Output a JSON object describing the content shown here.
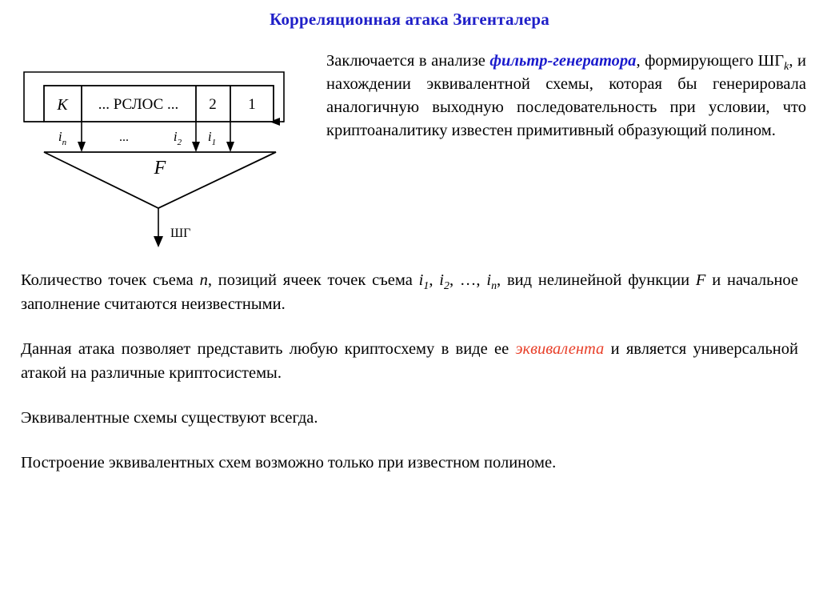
{
  "slide": {
    "title": "Корреляционная атака Зигенталера",
    "title_color": "#2020c8",
    "background_color": "#ffffff"
  },
  "diagram": {
    "name": "filter-generator-scheme",
    "register": {
      "cells": [
        {
          "label": "K",
          "italic": true
        },
        {
          "label": "... РСЛОС ...",
          "italic": false
        },
        {
          "label": "2",
          "italic": false
        },
        {
          "label": "1",
          "italic": false
        }
      ],
      "feedback_label": ""
    },
    "taps": [
      {
        "label": "i",
        "subscript": "n"
      },
      {
        "label": "...",
        "subscript": ""
      },
      {
        "label": "i",
        "subscript": "2"
      },
      {
        "label": "i",
        "subscript": "1"
      }
    ],
    "function_block_label": "F",
    "output_label": "ШГ"
  },
  "intro": {
    "text_part_1": "Заключается в анализе ",
    "accent_term": "фильтр-генератора",
    "text_part_2": ", формирующего ШГ",
    "accent_subscript": "k",
    "text_part_3": ", и нахождении эквивалентной схемы, которая бы генерировала аналогичную выходную последовательность при условии, что криптоаналитику известен примитивный образующий полином.",
    "accent_color": "#1a1acc"
  },
  "paragraphs": [
    {
      "id": "tap-count",
      "segments": [
        {
          "text": "Количество точек съема ",
          "style": "normal"
        },
        {
          "text": "n",
          "style": "italic"
        },
        {
          "text": ", позиций ячеек точек съема ",
          "style": "normal"
        },
        {
          "text": "i",
          "style": "italic",
          "sub": "1"
        },
        {
          "text": ", ",
          "style": "normal"
        },
        {
          "text": "i",
          "style": "italic",
          "sub": "2"
        },
        {
          "text": ", …, ",
          "style": "normal"
        },
        {
          "text": "i",
          "style": "italic",
          "sub": "n"
        },
        {
          "text": ", вид нелинейной функции ",
          "style": "normal"
        },
        {
          "text": "F",
          "style": "italic"
        },
        {
          "text": " и начальное заполнение считаются неизвестными.",
          "style": "normal"
        }
      ]
    },
    {
      "id": "equivalent-attack",
      "segments": [
        {
          "text": "Данная атака позволяет представить любую криптосхему в виде ее ",
          "style": "normal"
        },
        {
          "text": "эквивалента",
          "style": "accent-red"
        },
        {
          "text": " и является универсальной атакой на различные криптосистемы.",
          "style": "normal"
        }
      ]
    },
    {
      "id": "schemes-always-exist",
      "segments": [
        {
          "text": "Эквивалентные схемы существуют всегда.",
          "style": "normal"
        }
      ]
    },
    {
      "id": "construction-condition",
      "segments": [
        {
          "text": "Построение эквивалентных схем возможно только при известном полиноме.",
          "style": "normal"
        }
      ]
    }
  ]
}
